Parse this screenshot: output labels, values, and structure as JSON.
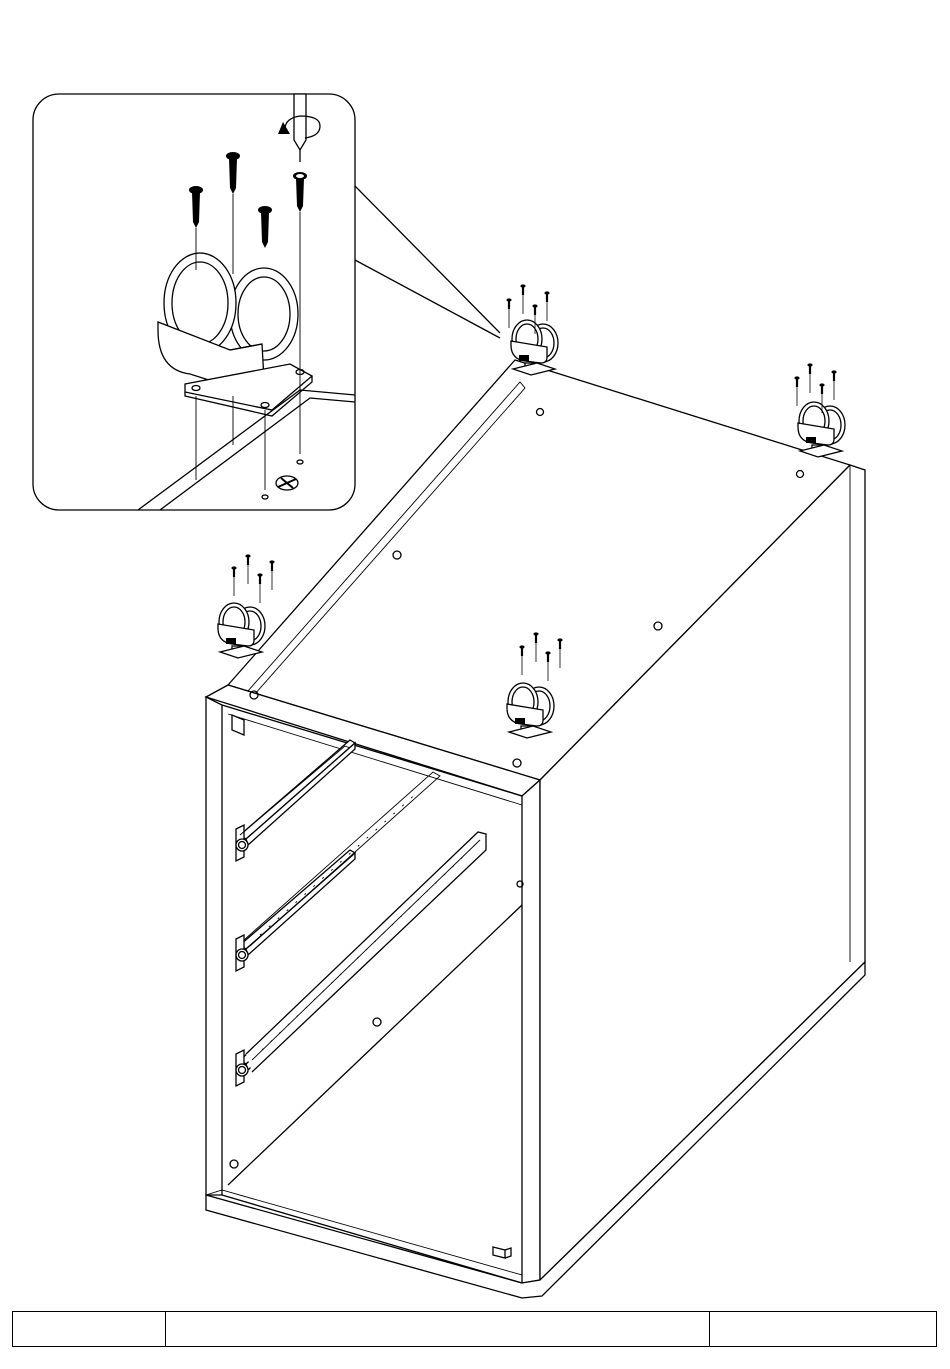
{
  "diagram": {
    "subject": "cabinet-caster-assembly",
    "caster_count": 4,
    "screws_per_caster": 4,
    "tool": "screwdriver-icon"
  },
  "title_block": {
    "left": "",
    "middle": "",
    "right": ""
  }
}
